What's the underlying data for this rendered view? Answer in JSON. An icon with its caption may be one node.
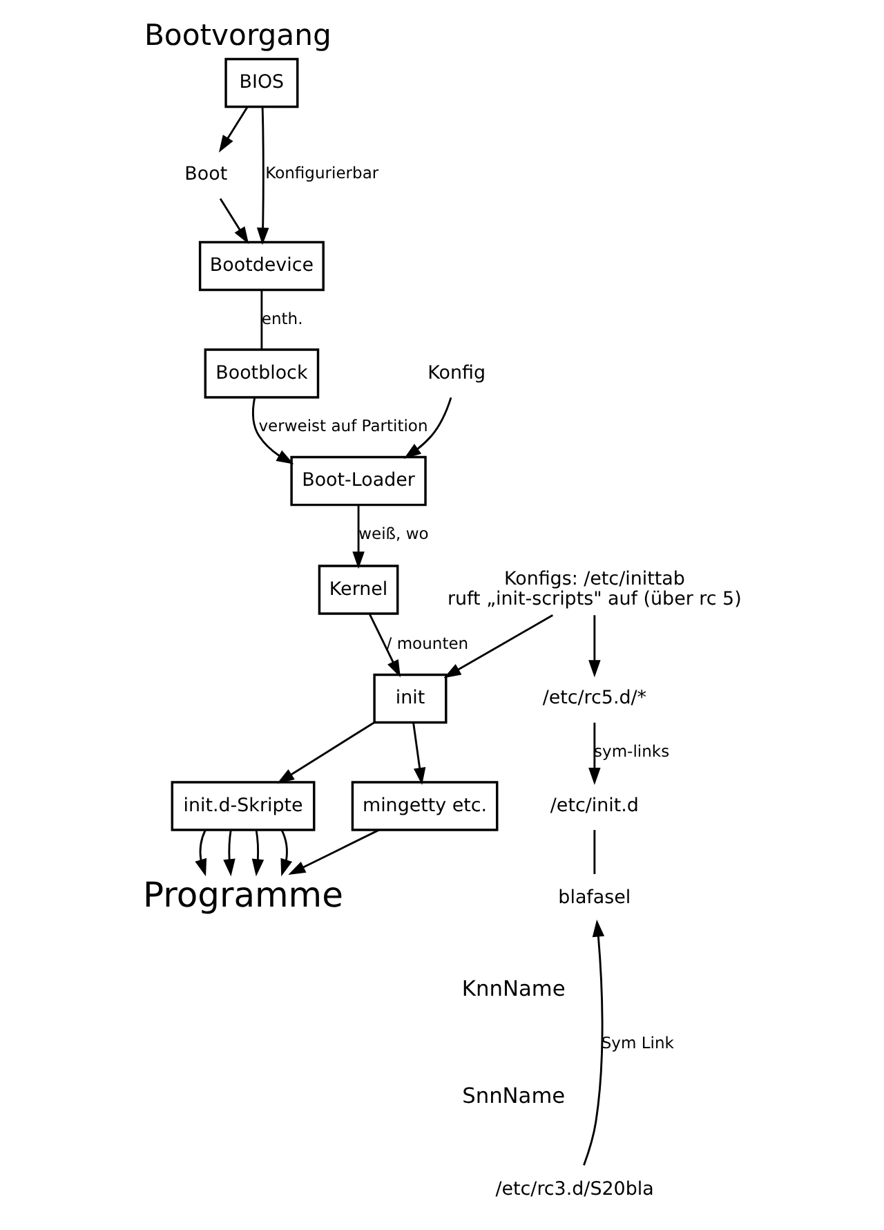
{
  "diagram": {
    "title": "Bootvorgang",
    "nodes": [
      {
        "text": [
          "BIOS"
        ]
      },
      {
        "text": [
          "Boot"
        ]
      },
      {
        "text": [
          "Bootdevice"
        ]
      },
      {
        "text": [
          "Bootblock"
        ]
      },
      {
        "text": [
          "Boot-Loader"
        ]
      },
      {
        "text": [
          "Kernel"
        ]
      },
      {
        "text": [
          "init"
        ]
      },
      {
        "text": [
          "init.d-Skripte"
        ]
      },
      {
        "text": [
          "mingetty etc."
        ]
      },
      {
        "text": [
          "Programme"
        ]
      },
      {
        "text": [
          "Konfig"
        ]
      },
      {
        "text": [
          "Konfigs: /etc/inittab",
          "ruft „init-scripts\" auf (über rc 5)"
        ]
      },
      {
        "text": [
          "/etc/rc5.d/*"
        ]
      },
      {
        "text": [
          "/etc/init.d"
        ]
      },
      {
        "text": [
          "blafasel"
        ]
      },
      {
        "text": [
          "/etc/rc3.d/S20bla"
        ]
      }
    ],
    "edges": [
      {
        "from": 0,
        "to": 2,
        "arrow": "to",
        "label": "Konfigurierbar"
      },
      {
        "from": 0,
        "to": 1,
        "arrow": "to"
      },
      {
        "from": 1,
        "to": 2,
        "arrow": "to"
      },
      {
        "from": 2,
        "to": 3,
        "arrow": "none",
        "label": "enth."
      },
      {
        "from": 3,
        "to": 4,
        "arrow": "to",
        "label": "verweist auf Partition"
      },
      {
        "from": 10,
        "to": 4,
        "arrow": "to"
      },
      {
        "from": 4,
        "to": 5,
        "arrow": "to",
        "label": "weiß, wo"
      },
      {
        "from": 5,
        "to": 6,
        "arrow": "to",
        "label": "/ mounten"
      },
      {
        "from": 11,
        "to": 6,
        "arrow": "to"
      },
      {
        "from": 6,
        "to": 7,
        "arrow": "to"
      },
      {
        "from": 6,
        "to": 8,
        "arrow": "to"
      },
      {
        "from": 7,
        "to": 9,
        "arrow": "to"
      },
      {
        "from": 7,
        "to": 9,
        "arrow": "to"
      },
      {
        "from": 7,
        "to": 9,
        "arrow": "to"
      },
      {
        "from": 7,
        "to": 9,
        "arrow": "to"
      },
      {
        "from": 8,
        "to": 9,
        "arrow": "to"
      },
      {
        "from": 11,
        "to": 12,
        "arrow": "to"
      },
      {
        "from": 12,
        "to": 13,
        "arrow": "to",
        "label": "sym-links"
      },
      {
        "from": 13,
        "to": 14,
        "arrow": "none"
      },
      {
        "from": 15,
        "to": 14,
        "arrow": "to",
        "label": "Sym Link"
      }
    ],
    "labels": [
      "KnnName",
      "SnnName"
    ]
  }
}
